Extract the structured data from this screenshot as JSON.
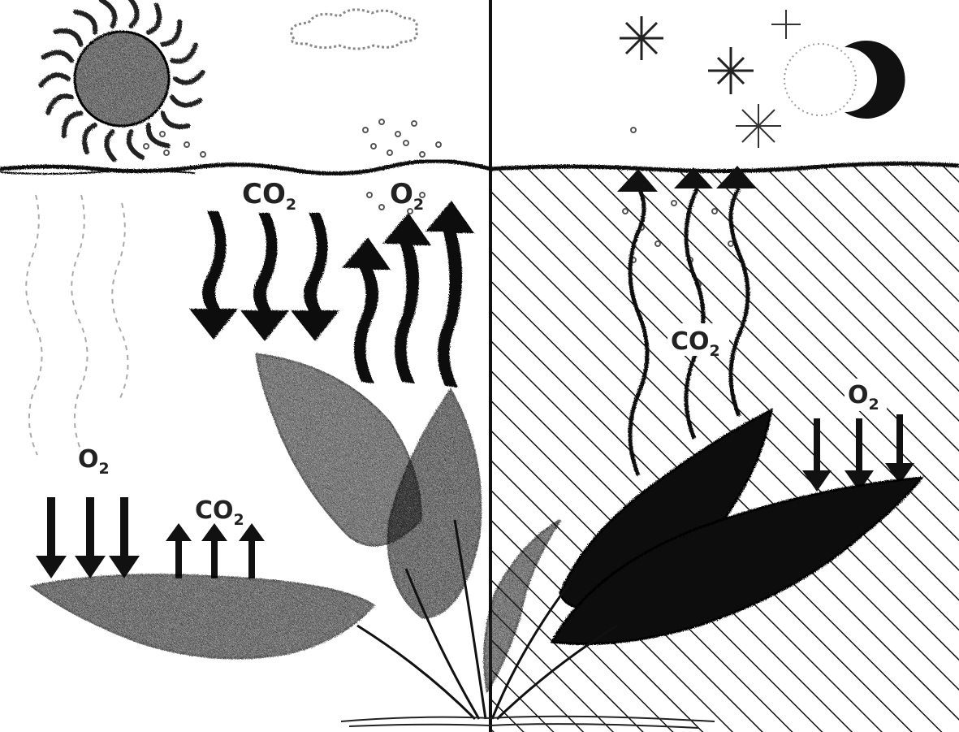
{
  "labels": {
    "day_co2_in": {
      "main": "CO",
      "sub": "2"
    },
    "day_o2_out": {
      "main": "O",
      "sub": "2"
    },
    "day_leaf_o2": {
      "main": "O",
      "sub": "2"
    },
    "day_leaf_co2": {
      "main": "CO",
      "sub": "2"
    },
    "night_co2_out": {
      "main": "CO",
      "sub": "2"
    },
    "night_o2_in": {
      "main": "O",
      "sub": "2"
    }
  },
  "colors": {
    "ink": "#111111",
    "label": "#222222",
    "background": "#ffffff"
  },
  "icons": [
    "sun-icon",
    "cloud-icon",
    "star-icon",
    "moon-icon",
    "leaf-icon",
    "arrow-icon"
  ]
}
